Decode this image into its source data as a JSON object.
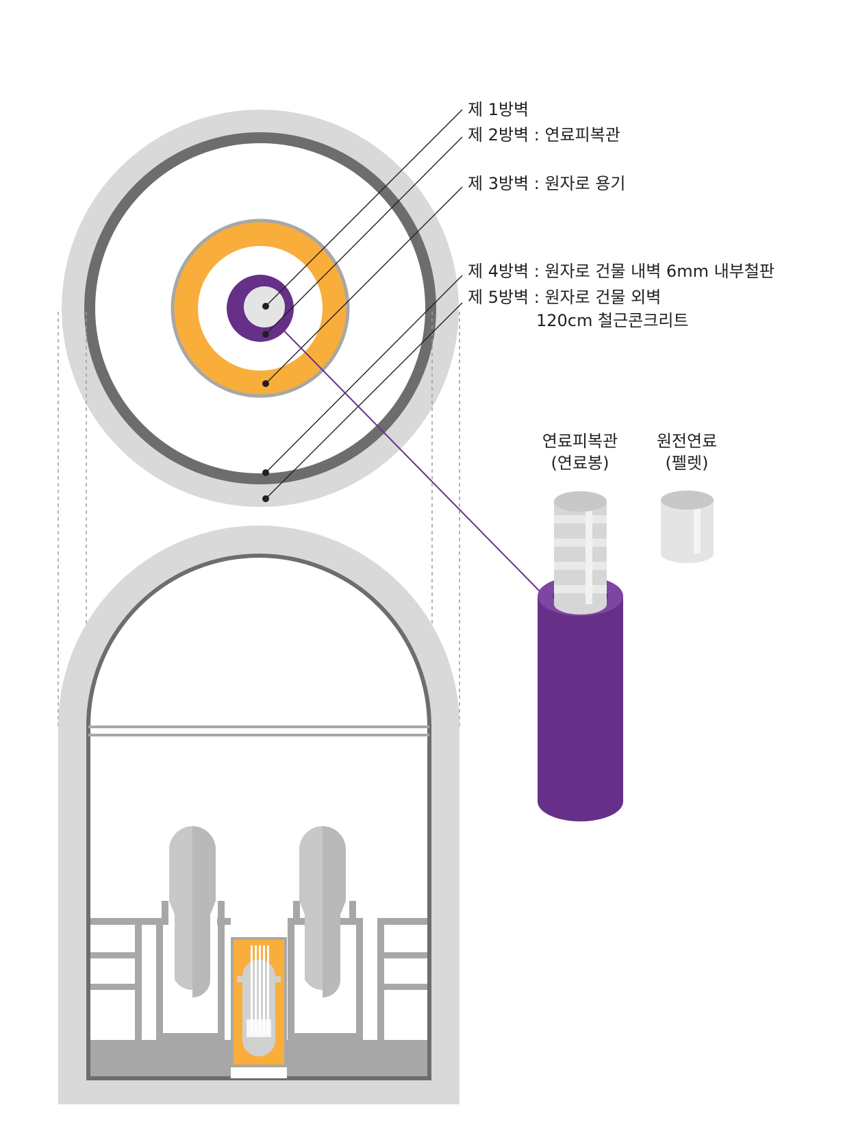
{
  "barriers": [
    {
      "label": "제 1방벽"
    },
    {
      "label": "제 2방벽 : 연료피복관"
    },
    {
      "label": "제 3방벽 : 원자로 용기"
    },
    {
      "label": "제 4방벽 : 원자로 건물 내벽 6mm 내부철판"
    },
    {
      "label": "제 5방벽 : 원자로 건물 외벽",
      "label_line2": "120cm 철근콘크리트"
    }
  ],
  "parts": {
    "fuel_rod": {
      "line1": "연료피복관",
      "line2": "(연료봉)"
    },
    "pellet": {
      "line1": "원전연료",
      "line2": "(펠렛)"
    }
  },
  "colors": {
    "concrete": "#d9d9d9",
    "steel_liner": "#6d6d6d",
    "vessel": "#f9ae3b",
    "cladding": "#663088",
    "pellet": "#e4e4e4",
    "leader": "#231f20"
  }
}
